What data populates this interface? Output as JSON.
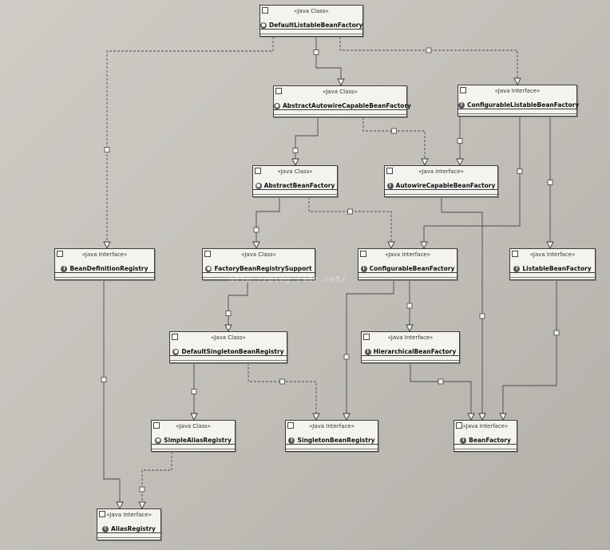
{
  "diagram": {
    "nodes": [
      {
        "id": "DefaultListableBeanFactory",
        "stereotype": "«Java Class»",
        "name": "DefaultListableBeanFactory",
        "kind": "class"
      },
      {
        "id": "AbstractAutowireCapableBeanFactory",
        "stereotype": "«Java Class»",
        "name": "AbstractAutowireCapableBeanFactory",
        "kind": "class"
      },
      {
        "id": "ConfigurableListableBeanFactory",
        "stereotype": "«Java Interface»",
        "name": "ConfigurableListableBeanFactory",
        "kind": "interface"
      },
      {
        "id": "AbstractBeanFactory",
        "stereotype": "«Java Class»",
        "name": "AbstractBeanFactory",
        "kind": "class"
      },
      {
        "id": "AutowireCapableBeanFactory",
        "stereotype": "«Java Interface»",
        "name": "AutowireCapableBeanFactory",
        "kind": "interface"
      },
      {
        "id": "BeanDefinitionRegistry",
        "stereotype": "«Java Interface»",
        "name": "BeanDefinitionRegistry",
        "kind": "interface"
      },
      {
        "id": "FactoryBeanRegistrySupport",
        "stereotype": "«Java Class»",
        "name": "FactoryBeanRegistrySupport",
        "kind": "class"
      },
      {
        "id": "ConfigurableBeanFactory",
        "stereotype": "«Java Interface»",
        "name": "ConfigurableBeanFactory",
        "kind": "interface"
      },
      {
        "id": "ListableBeanFactory",
        "stereotype": "«Java Interface»",
        "name": "ListableBeanFactory",
        "kind": "interface"
      },
      {
        "id": "DefaultSingletonBeanRegistry",
        "stereotype": "«Java Class»",
        "name": "DefaultSingletonBeanRegistry",
        "kind": "class"
      },
      {
        "id": "HierarchicalBeanFactory",
        "stereotype": "«Java Interface»",
        "name": "HierarchicalBeanFactory",
        "kind": "interface"
      },
      {
        "id": "SimpleAliasRegistry",
        "stereotype": "«Java Class»",
        "name": "SimpleAliasRegistry",
        "kind": "class"
      },
      {
        "id": "SingletonBeanRegistry",
        "stereotype": "«Java Interface»",
        "name": "SingletonBeanRegistry",
        "kind": "interface"
      },
      {
        "id": "BeanFactory",
        "stereotype": "«Java Interface»",
        "name": "BeanFactory",
        "kind": "interface"
      },
      {
        "id": "AliasRegistry",
        "stereotype": "«Java Interface»",
        "name": "AliasRegistry",
        "kind": "interface"
      }
    ],
    "edges": [
      {
        "from": "DefaultListableBeanFactory",
        "to": "AbstractAutowireCapableBeanFactory",
        "style": "solid"
      },
      {
        "from": "DefaultListableBeanFactory",
        "to": "ConfigurableListableBeanFactory",
        "style": "dashed"
      },
      {
        "from": "DefaultListableBeanFactory",
        "to": "BeanDefinitionRegistry",
        "style": "dashed"
      },
      {
        "from": "AbstractAutowireCapableBeanFactory",
        "to": "AbstractBeanFactory",
        "style": "solid"
      },
      {
        "from": "AbstractAutowireCapableBeanFactory",
        "to": "AutowireCapableBeanFactory",
        "style": "dashed"
      },
      {
        "from": "ConfigurableListableBeanFactory",
        "to": "AutowireCapableBeanFactory",
        "style": "solid"
      },
      {
        "from": "ConfigurableListableBeanFactory",
        "to": "ListableBeanFactory",
        "style": "solid"
      },
      {
        "from": "ConfigurableListableBeanFactory",
        "to": "ConfigurableBeanFactory",
        "style": "solid"
      },
      {
        "from": "AbstractBeanFactory",
        "to": "FactoryBeanRegistrySupport",
        "style": "solid"
      },
      {
        "from": "AbstractBeanFactory",
        "to": "ConfigurableBeanFactory",
        "style": "dashed"
      },
      {
        "from": "AutowireCapableBeanFactory",
        "to": "BeanFactory",
        "style": "solid"
      },
      {
        "from": "BeanDefinitionRegistry",
        "to": "AliasRegistry",
        "style": "solid"
      },
      {
        "from": "FactoryBeanRegistrySupport",
        "to": "DefaultSingletonBeanRegistry",
        "style": "solid"
      },
      {
        "from": "ConfigurableBeanFactory",
        "to": "HierarchicalBeanFactory",
        "style": "solid"
      },
      {
        "from": "ConfigurableBeanFactory",
        "to": "SingletonBeanRegistry",
        "style": "solid"
      },
      {
        "from": "ListableBeanFactory",
        "to": "BeanFactory",
        "style": "solid"
      },
      {
        "from": "DefaultSingletonBeanRegistry",
        "to": "SimpleAliasRegistry",
        "style": "solid"
      },
      {
        "from": "DefaultSingletonBeanRegistry",
        "to": "SingletonBeanRegistry",
        "style": "dashed"
      },
      {
        "from": "HierarchicalBeanFactory",
        "to": "BeanFactory",
        "style": "solid"
      },
      {
        "from": "SimpleAliasRegistry",
        "to": "AliasRegistry",
        "style": "dashed"
      }
    ]
  },
  "watermark": "http://blog.csdn.net/"
}
